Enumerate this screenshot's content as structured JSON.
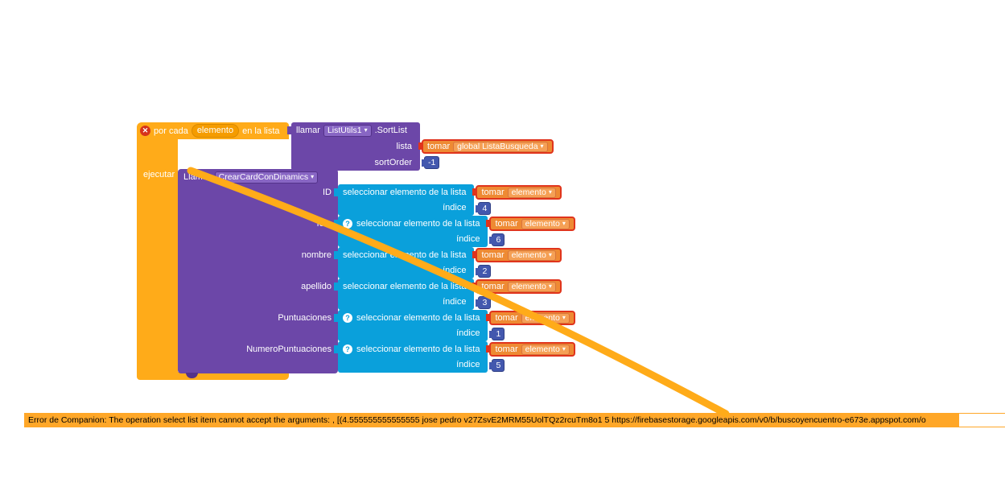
{
  "icons": {
    "error": "✕",
    "help": "?",
    "dropdown": "▾"
  },
  "colors": {
    "control_block": "#FFAB19",
    "procedure_block": "#6C47A8",
    "list_block": "#0AA0DB",
    "math_block": "#4358AE",
    "variable_block": "#EE8A33",
    "variable_error_border": "#E0341C",
    "error_bar": "#FFA728"
  },
  "for_each": {
    "prefix": "por cada",
    "variable": "elemento",
    "suffix": "en la lista",
    "body_label": "ejecutar"
  },
  "sort_call": {
    "keyword": "llamar",
    "component": "ListUtils1",
    "method": ".SortList",
    "param_lista": "lista",
    "param_sortorder": "sortOrder",
    "lista_value": {
      "keyword": "tomar",
      "name": "global ListaBusqueda"
    },
    "sortorder_value": "-1"
  },
  "card_call": {
    "keyword": "Llamar",
    "procedure": "CrearCardConDinamics",
    "rows": [
      {
        "param": "ID",
        "has_help": false,
        "select_label": "seleccionar elemento de la lista",
        "index_label": "índice",
        "index_value": "4",
        "value": {
          "keyword": "tomar",
          "name": "elemento"
        }
      },
      {
        "param": "foto",
        "has_help": true,
        "select_label": "seleccionar elemento de la lista",
        "index_label": "índice",
        "index_value": "6",
        "value": {
          "keyword": "tomar",
          "name": "elemento"
        }
      },
      {
        "param": "nombre",
        "has_help": false,
        "select_label": "seleccionar elemento de la lista",
        "index_label": "índice",
        "index_value": "2",
        "value": {
          "keyword": "tomar",
          "name": "elemento"
        }
      },
      {
        "param": "apellido",
        "has_help": false,
        "select_label": "seleccionar elemento de la lista",
        "index_label": "índice",
        "index_value": "3",
        "value": {
          "keyword": "tomar",
          "name": "elemento"
        }
      },
      {
        "param": "Puntuaciones",
        "has_help": true,
        "select_label": "seleccionar elemento de la lista",
        "index_label": "índice",
        "index_value": "1",
        "value": {
          "keyword": "tomar",
          "name": "elemento"
        }
      },
      {
        "param": "NumeroPuntuaciones",
        "has_help": true,
        "select_label": "seleccionar elemento de la lista",
        "index_label": "índice",
        "index_value": "5",
        "value": {
          "keyword": "tomar",
          "name": "elemento"
        }
      }
    ]
  },
  "error_bar": {
    "text": "Error de Companion: The operation select list item cannot accept the arguments: , [(4.555555555555555 jose pedro v27ZsvE2MRM55UolTQz2rcuTm8o1 5 https://firebasestorage.googleapis.com/v0/b/buscoyencuentro-e673e.appspot.com/o"
  }
}
